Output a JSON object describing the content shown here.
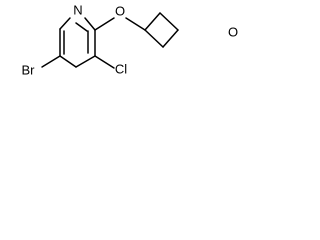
{
  "structure": {
    "atoms": {
      "nitrogen": "N",
      "ring_oxygen": "O",
      "ether_oxygen": "O",
      "chlorine": "Cl",
      "bromine": "Br"
    },
    "colors": {
      "bond": "#000000",
      "text": "#000000",
      "background": "#ffffff"
    }
  }
}
